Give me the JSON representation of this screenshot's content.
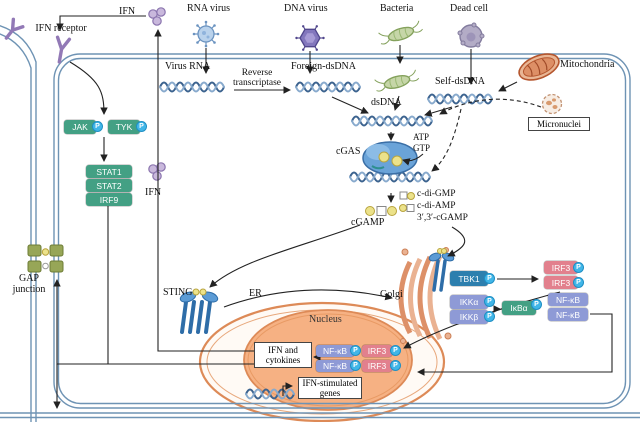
{
  "colors": {
    "membrane": "#6e93b4",
    "nucleus_fill": "#f6b183",
    "er_stroke": "#dd8a57",
    "green_box": "#43a084",
    "blue_box": "#2d7fae",
    "pink_box": "#e2808d",
    "purple_box": "#8e9ad6",
    "p_circle": "#41b6e8",
    "dna_strand_dark": "#3c638f",
    "dna_strand_light": "#88aacd"
  },
  "labels": {
    "ifn": "IFN",
    "rna_virus": "RNA virus",
    "dna_virus": "DNA virus",
    "bacteria": "Bacteria",
    "dead_cell": "Dead cell",
    "ifn_receptor": "IFN receptor",
    "mitochondria": "Mitochondria",
    "micronuclei": "Micronuclei",
    "virus_rna": "Virus RNA",
    "reverse_transcriptase": "Reverse transcriptase",
    "foreign_dsdna": "Foreign-dsDNA",
    "self_dsdna": "Self-dsDNA",
    "dsdna": "dsDNA",
    "cgas": "cGAS",
    "atp": "ATP",
    "gtp": "GTP",
    "cgamp": "cGAMP",
    "c_di_gmp": "c-di-GMP",
    "c_di_amp": "c-di-AMP",
    "cgamp_33": "3′,3′-cGAMP",
    "jak": "JAK",
    "tyk": "TYK",
    "p": "P",
    "stat1": "STAT1",
    "stat2": "STAT2",
    "irf9": "IRF9",
    "gap_junction": "GAP junction",
    "sting": "STING",
    "er": "ER",
    "golgi": "Golgi",
    "nucleus": "Nucleus",
    "tbk1": "TBK1",
    "irf3": "IRF3",
    "ikk_alpha": "IKKα",
    "ikk_beta": "IKKβ",
    "ikb_alpha": "IκBα",
    "nf_kb": "NF-κB",
    "ifn_cytokines": "IFN and cytokines",
    "ifn_stimulated_genes": "IFN-stimulated genes"
  }
}
